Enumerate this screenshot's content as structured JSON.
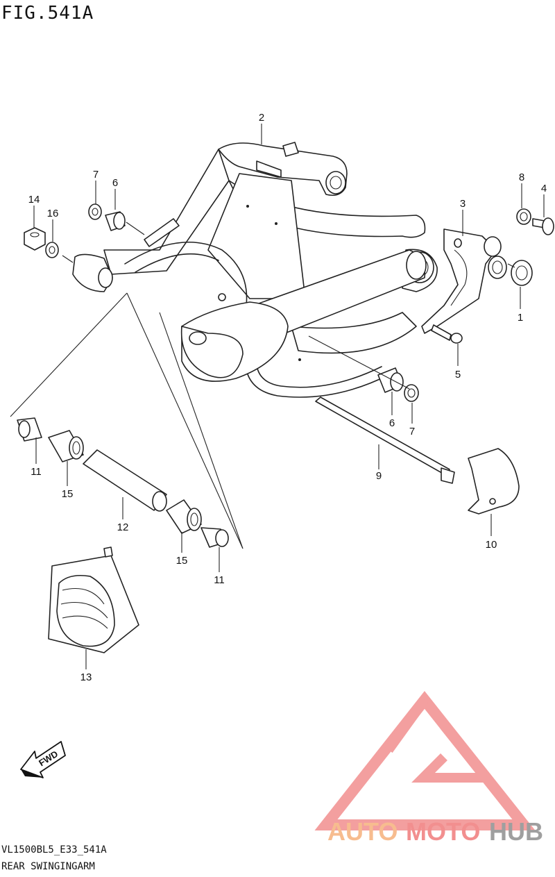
{
  "figure": {
    "title": "FIG.541A",
    "model_code": "VL1500BL5_E33_541A",
    "caption": "REAR SWINGINGARM"
  },
  "direction_badge": {
    "label": "FWD"
  },
  "callouts": [
    {
      "id": "c2",
      "label": "2"
    },
    {
      "id": "c7a",
      "label": "7"
    },
    {
      "id": "c6a",
      "label": "6"
    },
    {
      "id": "c14",
      "label": "14"
    },
    {
      "id": "c16",
      "label": "16"
    },
    {
      "id": "c8",
      "label": "8"
    },
    {
      "id": "c4",
      "label": "4"
    },
    {
      "id": "c3",
      "label": "3"
    },
    {
      "id": "c1",
      "label": "1"
    },
    {
      "id": "c5",
      "label": "5"
    },
    {
      "id": "c6b",
      "label": "6"
    },
    {
      "id": "c7b",
      "label": "7"
    },
    {
      "id": "c9",
      "label": "9"
    },
    {
      "id": "c10",
      "label": "10"
    },
    {
      "id": "c11a",
      "label": "11"
    },
    {
      "id": "c15a",
      "label": "15"
    },
    {
      "id": "c12",
      "label": "12"
    },
    {
      "id": "c15b",
      "label": "15"
    },
    {
      "id": "c11b",
      "label": "11"
    },
    {
      "id": "c13",
      "label": "13"
    }
  ],
  "watermark": {
    "part1": "AUTO",
    "part2": "MOTO",
    "part3": "HUB",
    "colors": {
      "orange": "#f7b98a",
      "red": "#f28a8a",
      "gray": "#9a9a9a"
    }
  }
}
